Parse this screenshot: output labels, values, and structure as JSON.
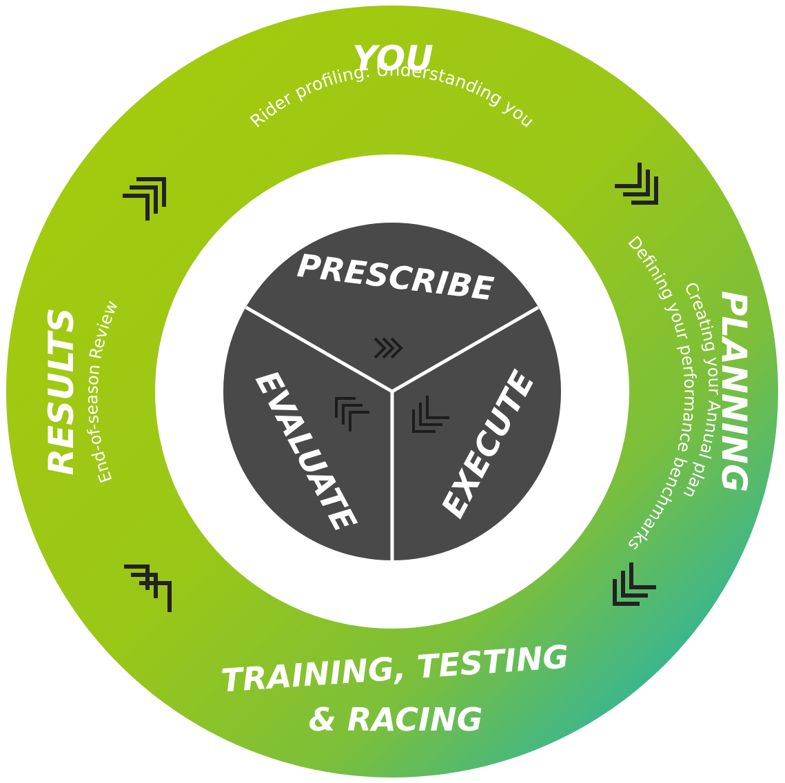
{
  "colors": {
    "ring_start": "#a6cb0a",
    "ring_mid": "#7cbf3a",
    "ring_end": "#00aedb",
    "center_fill": "#494949",
    "chevron_dark": "#222222",
    "chevron_center": "#1c1c1c",
    "text": "#ffffff"
  },
  "outer": {
    "you": {
      "title": "YOU",
      "subtitle": "Rider profiling: Understanding you"
    },
    "planning": {
      "title": "PLANNING",
      "subtitle_1": "Creating your Annual plan",
      "subtitle_2": "Defining your performance benchmarks"
    },
    "training": {
      "title_line_1": "TRAINING, TESTING",
      "title_line_2": "& RACING"
    },
    "results": {
      "title": "RESULTS",
      "subtitle": "End-of-season Review"
    }
  },
  "center": {
    "prescribe": "PRESCRIBE",
    "execute": "EXECUTE",
    "evaluate": "EVALUATE"
  },
  "icons": {
    "outer_chevrons": "triple-chevron-icon",
    "center_chevrons": "triple-chevron-icon"
  }
}
